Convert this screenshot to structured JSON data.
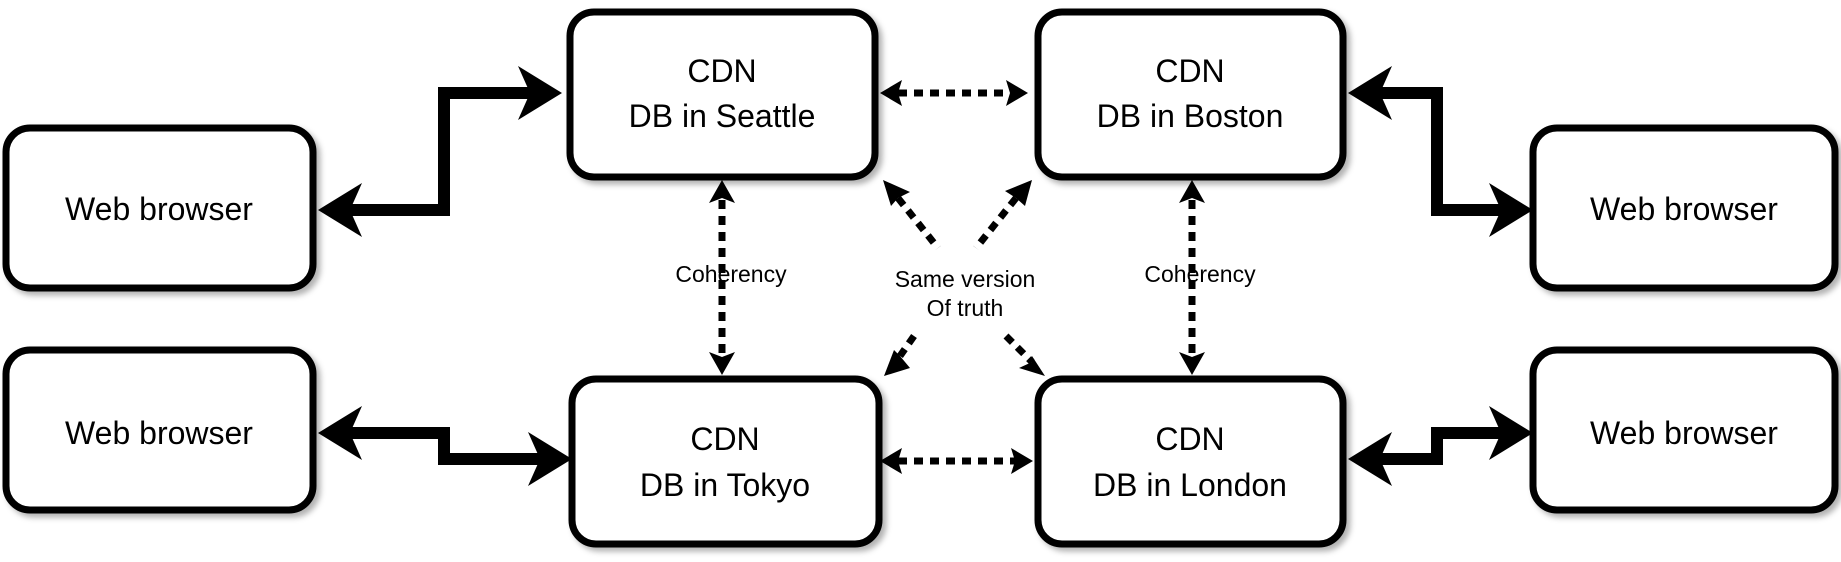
{
  "nodes": {
    "seattle": {
      "line1": "CDN",
      "line2": "DB in Seattle"
    },
    "boston": {
      "line1": "CDN",
      "line2": "DB in Boston"
    },
    "tokyo": {
      "line1": "CDN",
      "line2": "DB in Tokyo"
    },
    "london": {
      "line1": "CDN",
      "line2": "DB  in London"
    },
    "browser_top_left": {
      "label": "Web browser"
    },
    "browser_top_right": {
      "label": "Web browser"
    },
    "browser_bottom_left": {
      "label": "Web browser"
    },
    "browser_bottom_right": {
      "label": "Web browser"
    }
  },
  "edges": {
    "coherency_left": "Coherency",
    "coherency_right": "Coherency",
    "center_line1": "Same version",
    "center_line2": "Of truth"
  },
  "colors": {
    "stroke": "#000000",
    "background": "#ffffff"
  }
}
